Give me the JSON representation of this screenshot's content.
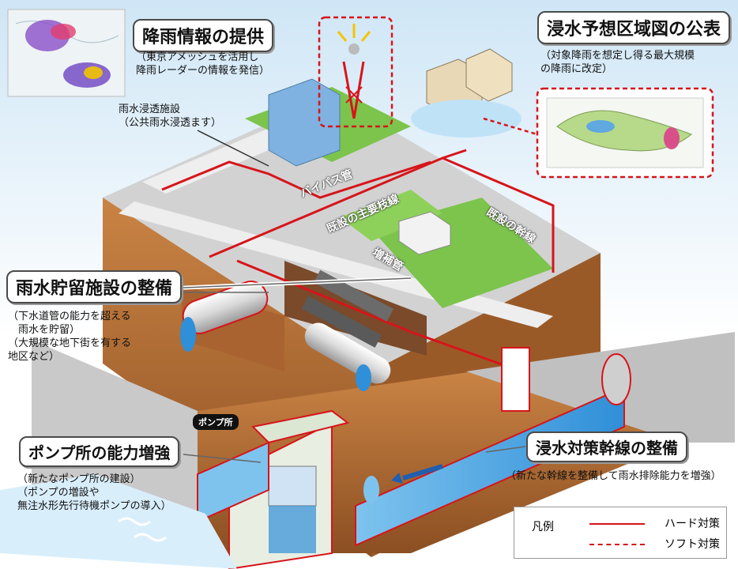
{
  "callouts": {
    "rain_info": {
      "title": "降雨情報の提供",
      "note": "（東京アメッシュを活用し\n降雨レーダーの情報を発信）"
    },
    "flood_map": {
      "title": "浸水予想区域図の公表",
      "note": "（対象降雨を想定し得る最大規模\nの降雨に改定）"
    },
    "storage": {
      "title": "雨水貯留施設の整備",
      "note": "（下水道管の能力を超える\n　雨水を貯留）\n（大規模な地下街を有する\n地区など）"
    },
    "pump": {
      "title": "ポンプ所の能力増強",
      "note": "（新たなポンプ所の建設）\n（ポンプの増設や\n無注水形先行待機ポンプの導入）"
    },
    "trunk": {
      "title": "浸水対策幹線の整備",
      "note": "（新たな幹線を整備して雨水排除能力を増強）"
    }
  },
  "infiltration": "雨水浸透施設\n（公共雨水浸透ます）",
  "labels": {
    "bypass": "バイパス管",
    "branch": "既設の主要枝線",
    "trunk_existing": "既設の幹線",
    "reinforce": "増補管"
  },
  "pump_badge": "ポンプ所",
  "legend": {
    "title": "凡例",
    "hard": "ハード対策",
    "soft": "ソフト対策"
  },
  "colors": {
    "hard": "#d7141a",
    "water": "#2f8fd8",
    "soil": "#b86e34",
    "grass": "#7cc44c",
    "road": "#e4e4e4"
  }
}
